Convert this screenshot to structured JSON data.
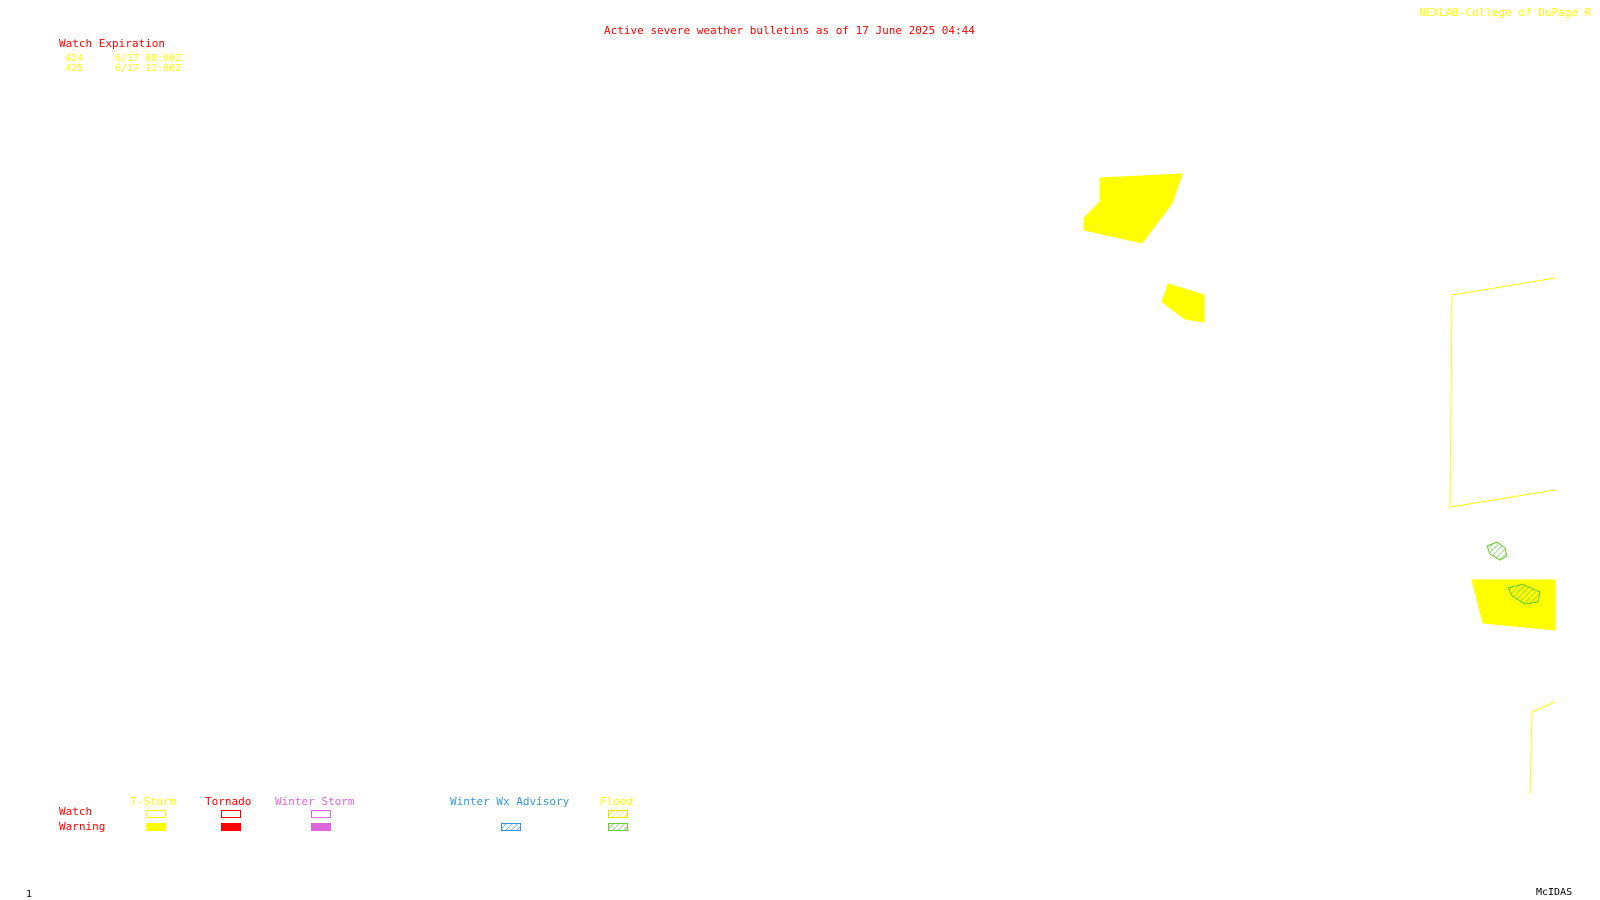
{
  "header": {
    "credit": "NEXLAB-College of DuPage R",
    "title": "Active severe weather bulletins as of 17 June 2025 04:44"
  },
  "watch_expiration": {
    "heading": "Watch Expiration",
    "entries": [
      {
        "watch": "424",
        "expires": "6/17 08:00Z"
      },
      {
        "watch": "425",
        "expires": "6/17 12:00Z"
      }
    ]
  },
  "legend": {
    "row_labels": {
      "watch": "Watch",
      "warning": "Warning"
    },
    "categories": [
      {
        "label": "T-Storm",
        "color": "#ffff00",
        "watch_style": "outline",
        "warning_style": "solid"
      },
      {
        "label": "Tornado",
        "color": "#ff0000",
        "watch_style": "outline",
        "warning_style": "solid"
      },
      {
        "label": "Winter Storm",
        "color": "#dd66dd",
        "watch_style": "outline",
        "warning_style": "solid"
      },
      {
        "label": "Winter Wx Advisory",
        "color": "#3399dd",
        "watch_style": "none",
        "warning_style": "hatched"
      },
      {
        "label": "Flood",
        "color": "#ffff00",
        "warning_color": "#66cc33",
        "watch_style": "hatched",
        "warning_style": "hatched"
      }
    ]
  },
  "colors": {
    "title_red": "#ff0000",
    "watch_yellow": "#ffff00",
    "flood_green": "#66cc33",
    "footer_black": "#000000"
  },
  "map_features": [
    {
      "name": "tstorm-warning-polygon",
      "kind": "T-Storm Warning"
    },
    {
      "name": "tstorm-warning-polygon",
      "kind": "T-Storm Warning"
    },
    {
      "name": "tstorm-watch-outline",
      "kind": "T-Storm Watch"
    },
    {
      "name": "flood-warning-polygon",
      "kind": "Flood Warning"
    },
    {
      "name": "tstorm-warning-polygon",
      "kind": "T-Storm Warning"
    },
    {
      "name": "flood-warning-polygon",
      "kind": "Flood Warning"
    },
    {
      "name": "tstorm-watch-outline",
      "kind": "T-Storm Watch"
    }
  ],
  "footer": {
    "frame": "1",
    "software": "McIDAS"
  }
}
